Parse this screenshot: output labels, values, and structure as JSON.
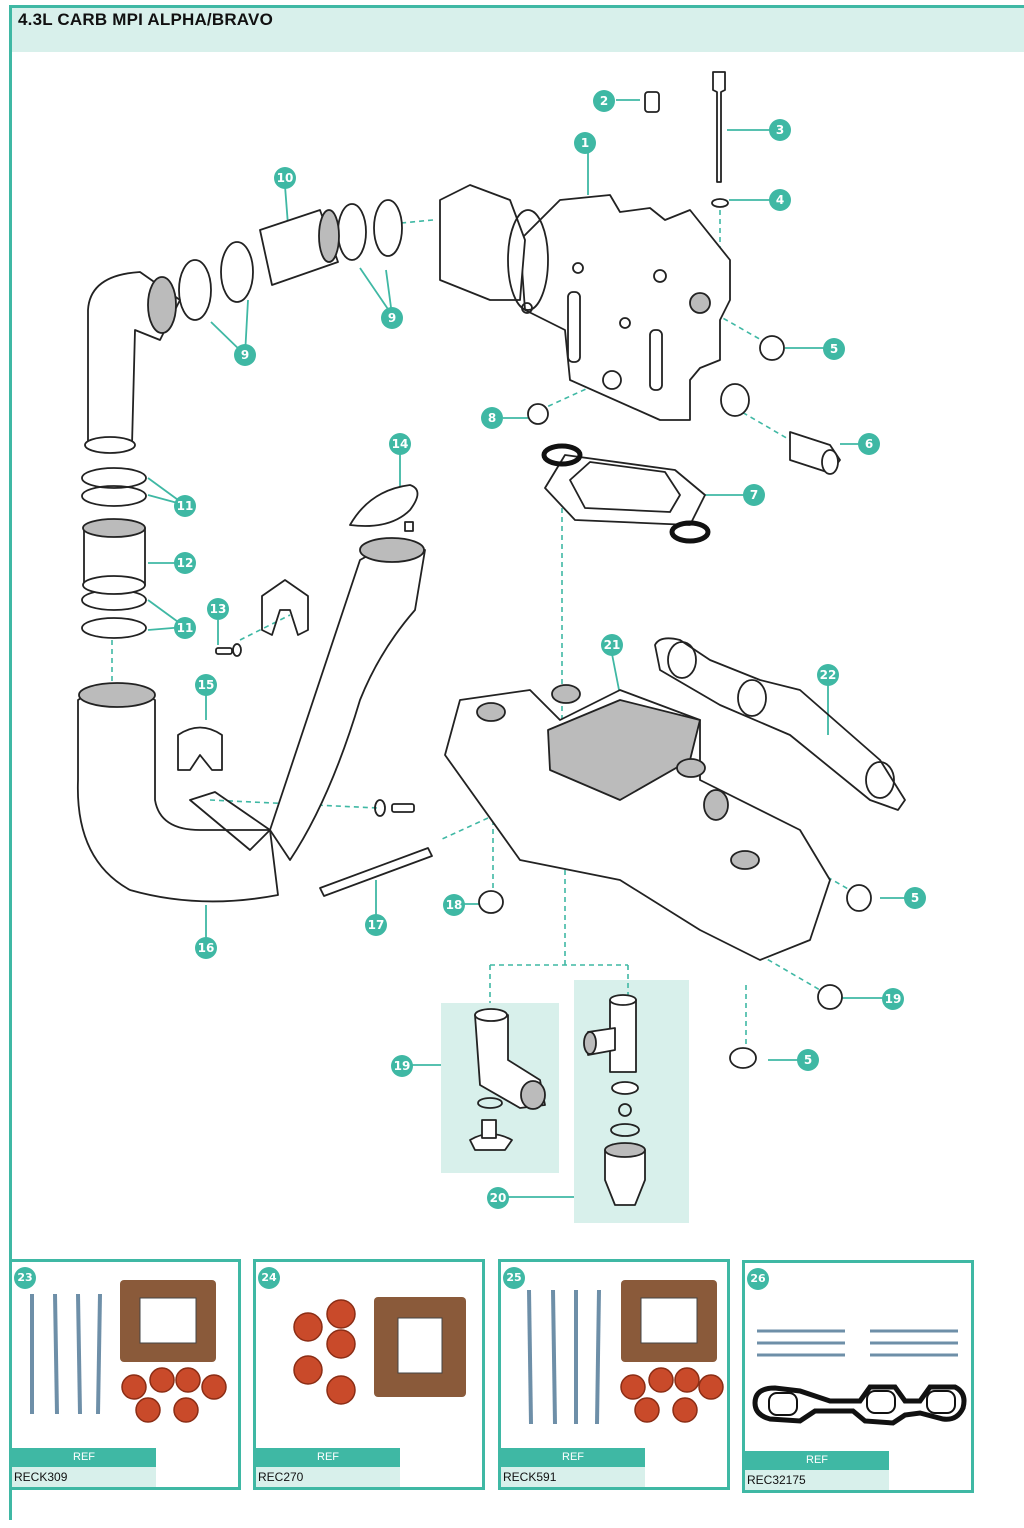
{
  "header": {
    "title": "4.3L CARB MPI ALPHA/BRAVO"
  },
  "callouts": {
    "c1": "1",
    "c2": "2",
    "c3": "3",
    "c4": "4",
    "c5a": "5",
    "c5b": "5",
    "c5c": "5",
    "c6": "6",
    "c7": "7",
    "c8": "8",
    "c9a": "9",
    "c9b": "9",
    "c10": "10",
    "c11a": "11",
    "c11b": "11",
    "c12": "12",
    "c13": "13",
    "c14": "14",
    "c15": "15",
    "c16": "16",
    "c17": "17",
    "c18": "18",
    "c19a": "19",
    "c19b": "19",
    "c20": "20",
    "c21": "21",
    "c22": "22"
  },
  "kits": [
    {
      "number": "23",
      "ref_label": "REF",
      "ref_code": "RECK309"
    },
    {
      "number": "24",
      "ref_label": "REF",
      "ref_code": "REC270"
    },
    {
      "number": "25",
      "ref_label": "REF",
      "ref_code": "RECK591"
    },
    {
      "number": "26",
      "ref_label": "REF",
      "ref_code": "REC32175"
    }
  ],
  "colors": {
    "accent": "#3fb8a4",
    "accent_light": "#d8f0eb",
    "gasket_red": "#c94a2a",
    "gasket_copper": "#8a5a3a"
  }
}
